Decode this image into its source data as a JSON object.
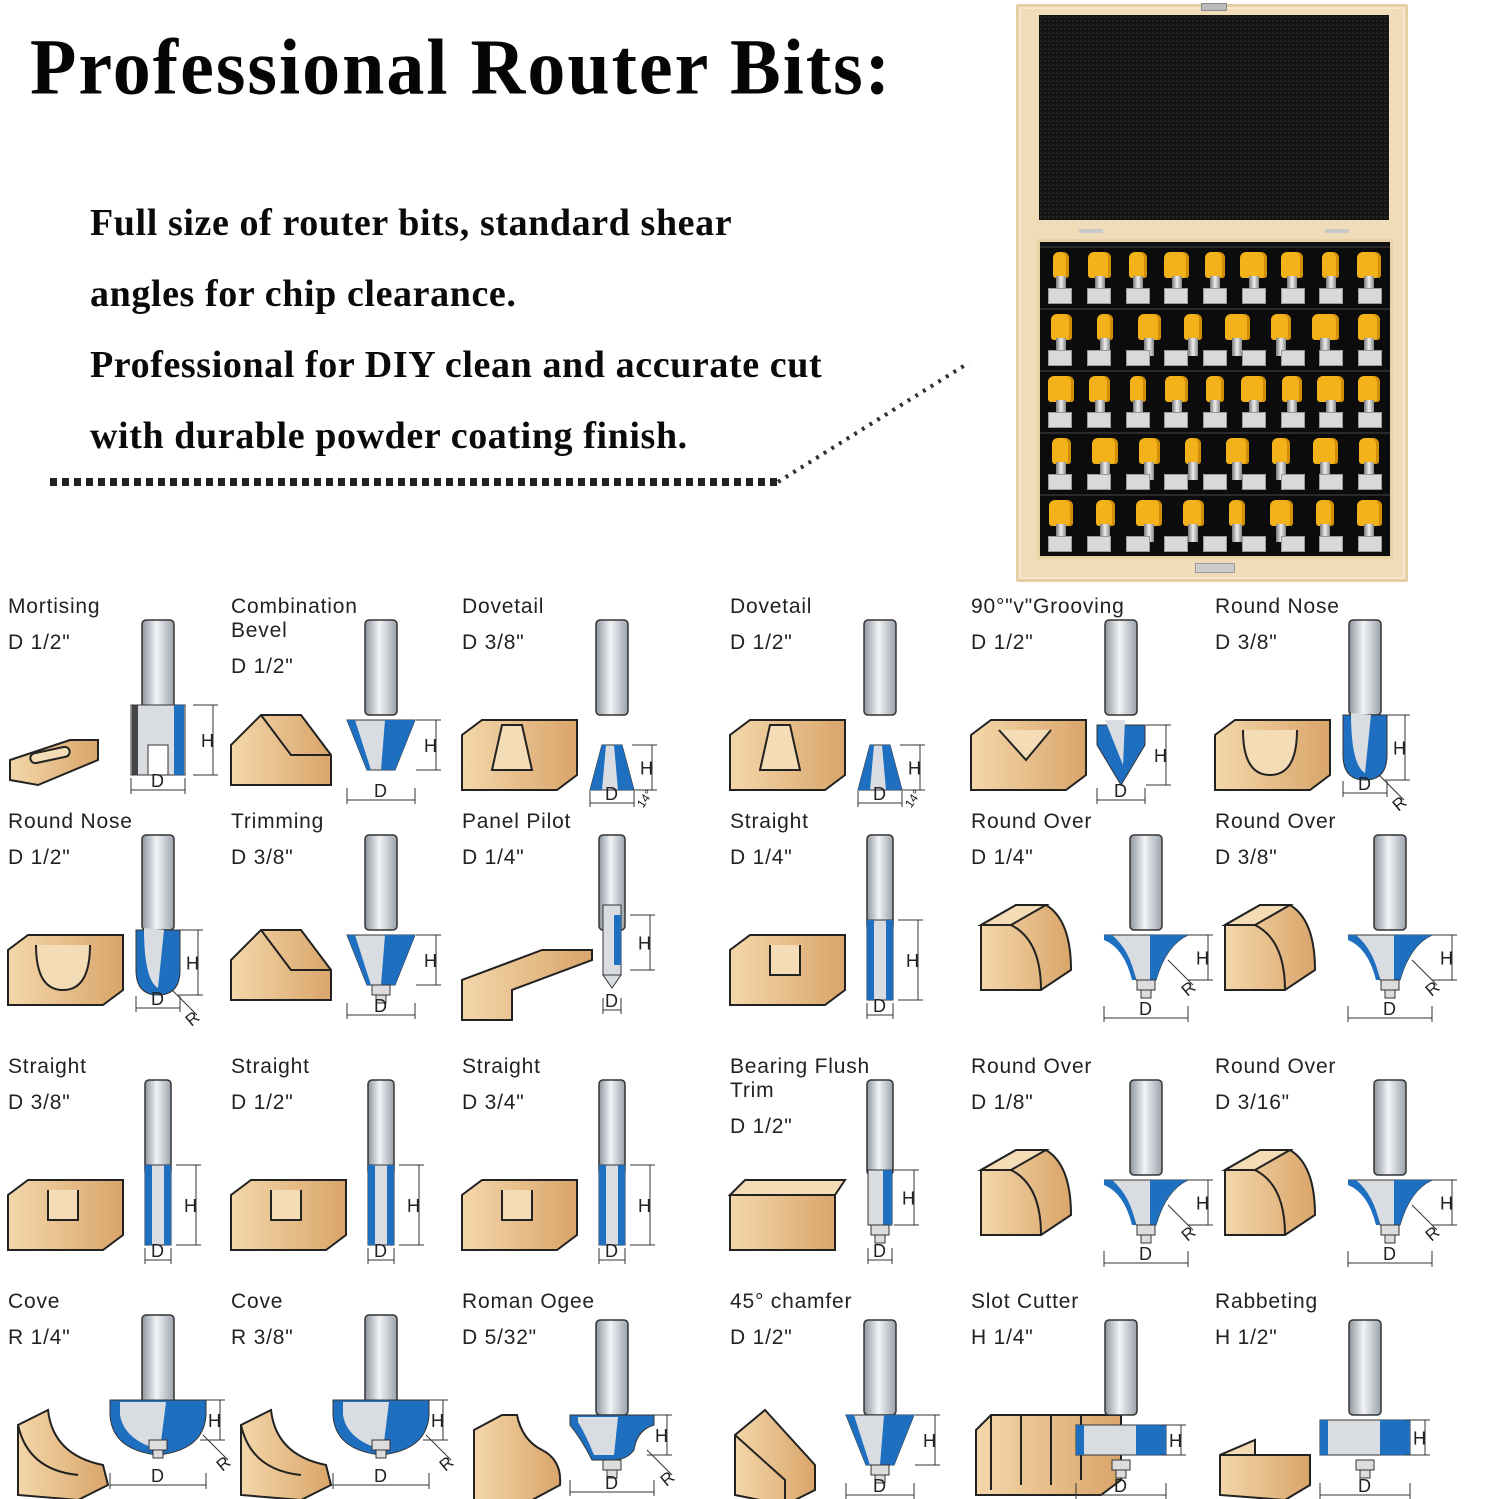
{
  "header": {
    "title": "Professional Router Bits:",
    "description_lines": [
      "Full size of router bits, standard shear",
      "angles for chip clearance.",
      "Professional for DIY clean and accurate cut",
      "with durable powder coating finish."
    ]
  },
  "product_photo": {
    "alt": "Wooden storage case with yellow router bits on black tiered foam"
  },
  "colors": {
    "cutter_blue": "#1f6fc0",
    "shank_grey": "#c7ccd3",
    "wood": "#e9c18f",
    "bit_yellow": "#f3b21a"
  },
  "dimension_labels": {
    "diameter": "D",
    "height": "H",
    "radius": "R",
    "angle": "14°"
  },
  "bits": [
    {
      "name": "Mortising",
      "size": "D 1/2\"",
      "shape": "mortise"
    },
    {
      "name": "Combination Bevel",
      "size": "D 1/2\"",
      "shape": "bevel"
    },
    {
      "name": "Dovetail",
      "size": "D 3/8\"",
      "shape": "dovetail"
    },
    {
      "name": "Dovetail",
      "size": "D 1/2\"",
      "shape": "dovetail"
    },
    {
      "name": "90°\"v\"Grooving",
      "size": "D 1/2\"",
      "shape": "vgroove"
    },
    {
      "name": "Round Nose",
      "size": "D 3/8\"",
      "shape": "roundnose"
    },
    {
      "name": "Round Nose",
      "size": "D 1/2\"",
      "shape": "roundnose"
    },
    {
      "name": "Trimming",
      "size": "D 3/8\"",
      "shape": "trim"
    },
    {
      "name": "Panel Pilot",
      "size": "D 1/4\"",
      "shape": "panel"
    },
    {
      "name": "Straight",
      "size": "D 1/4\"",
      "shape": "straight"
    },
    {
      "name": "Round Over",
      "size": "D 1/4\"",
      "shape": "roundover"
    },
    {
      "name": "Round Over",
      "size": "D 3/8\"",
      "shape": "roundover"
    },
    {
      "name": "Straight",
      "size": "D 3/8\"",
      "shape": "straight"
    },
    {
      "name": "Straight",
      "size": "D 1/2\"",
      "shape": "straight"
    },
    {
      "name": "Straight",
      "size": "D 3/4\"",
      "shape": "straight"
    },
    {
      "name": "Bearing Flush Trim",
      "size": "D 1/2\"",
      "shape": "flush"
    },
    {
      "name": "Round Over",
      "size": "D 1/8\"",
      "shape": "roundover"
    },
    {
      "name": "Round Over",
      "size": "D 3/16\"",
      "shape": "roundover"
    },
    {
      "name": "Cove",
      "size": "R 1/4\"",
      "shape": "cove"
    },
    {
      "name": "Cove",
      "size": "R 3/8\"",
      "shape": "cove"
    },
    {
      "name": "Roman Ogee",
      "size": "D 5/32\"",
      "shape": "ogee"
    },
    {
      "name": "45° chamfer",
      "size": "D 1/2\"",
      "shape": "chamfer"
    },
    {
      "name": "Slot Cutter",
      "size": "H 1/4\"",
      "shape": "slot"
    },
    {
      "name": "Rabbeting",
      "size": "H 1/2\"",
      "shape": "rabbet"
    }
  ]
}
